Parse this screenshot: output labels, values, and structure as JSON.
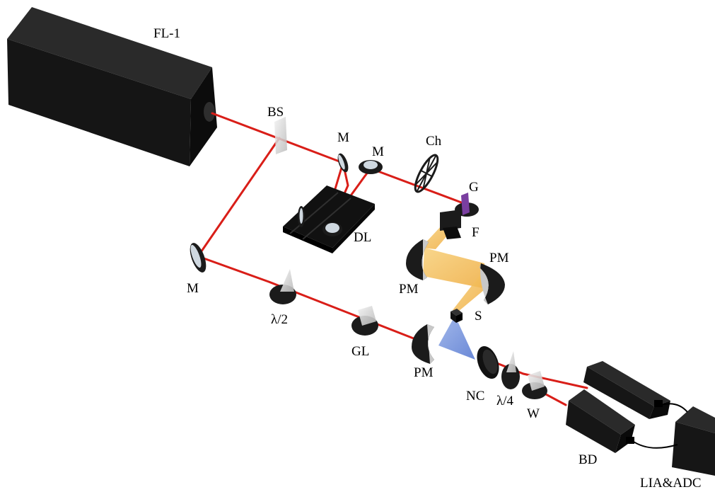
{
  "labels": {
    "laser": "FL-1",
    "beamsplitter": "BS",
    "mirror_top1": "M",
    "mirror_top2": "M",
    "mirror_left": "M",
    "chopper": "Ch",
    "grating": "G",
    "filter": "F",
    "delay_line": "DL",
    "pm_upper_left": "PM",
    "pm_upper_right": "PM",
    "pm_lower": "PM",
    "sample": "S",
    "half_wave": "λ/2",
    "glan_polarizer": "GL",
    "nonlinear_crystal": "NC",
    "quarter_wave": "λ/4",
    "wollaston": "W",
    "balanced_detector": "BD",
    "lockin_adc": "LIA&ADC"
  },
  "colors": {
    "beam": "#d91e18",
    "thz": "#f5c15a",
    "probe_blue": "#6f8fd8",
    "body": "#1b1b1b"
  }
}
